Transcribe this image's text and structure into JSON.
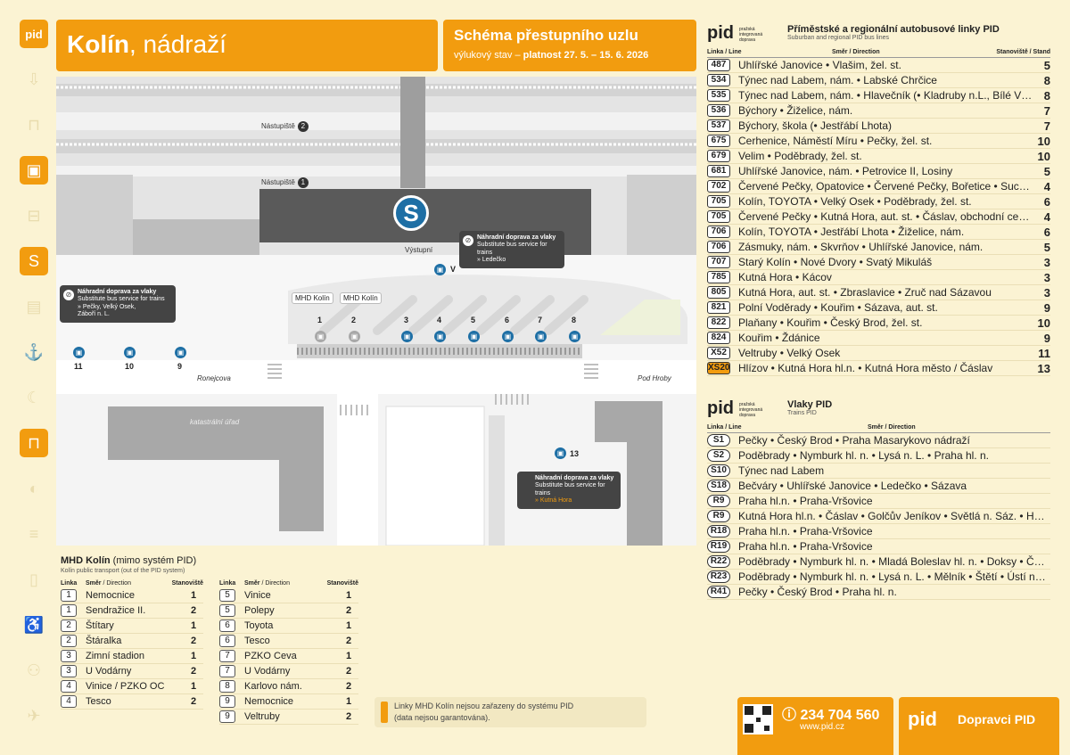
{
  "header": {
    "station_bold": "Kolín",
    "station_rest": ", nádraží",
    "scheme_title": "Schéma přestupního uzlu",
    "scheme_sub_prefix": "výlukový stav – ",
    "scheme_sub_bold": "platnost 27. 5. – 15. 6. 2026"
  },
  "sidebar": {
    "logo": "pid"
  },
  "map": {
    "platform2": "Nástupiště",
    "platform2_num": "2",
    "platform1": "Nástupiště",
    "platform1_num": "1",
    "vystupni": "Výstupní",
    "v_label": "V",
    "street_ronejcova": "Ronejcova",
    "street_pod_hroby": "Pod Hroby",
    "katastr": "katastrální úřad",
    "mhd1": "MHD Kolín",
    "mhd2": "MHD Kolín",
    "stands": [
      "1",
      "2",
      "3",
      "4",
      "5",
      "6",
      "7",
      "8"
    ],
    "left_stands": [
      "11",
      "10",
      "9"
    ],
    "stand13": "13",
    "callout_top": {
      "title": "Náhradní doprava za vlaky",
      "sub": "Substitute bus service for trains",
      "dest": "» Ledečko"
    },
    "callout_left": {
      "title": "Náhradní doprava za vlaky",
      "sub": "Substitute bus service for trains",
      "dest1": "» Pečky, Velký Osek,",
      "dest2": "Záboří n. L."
    },
    "callout_bottom": {
      "title": "Náhradní doprava za vlaky",
      "sub": "Substitute bus service for trains",
      "dest": "» Kutná Hora"
    }
  },
  "mhd": {
    "title_bold": "MHD Kolín",
    "title_rest": " (mimo systém PID)",
    "subtitle": "Kolín public transport (out of the PID system)",
    "col_line": "Linka",
    "col_dir": "Směr",
    "col_dir_en": " / Direction",
    "col_stand": "Stanoviště",
    "left": [
      {
        "line": "1",
        "dir": "Nemocnice",
        "stand": "1"
      },
      {
        "line": "1",
        "dir": "Sendražice II.",
        "stand": "2"
      },
      {
        "line": "2",
        "dir": "Štítary",
        "stand": "1"
      },
      {
        "line": "2",
        "dir": "Štáralka",
        "stand": "2"
      },
      {
        "line": "3",
        "dir": "Zimní stadion",
        "stand": "1"
      },
      {
        "line": "3",
        "dir": "U Vodárny",
        "stand": "2"
      },
      {
        "line": "4",
        "dir": "Vinice / PZKO OC",
        "stand": "1"
      },
      {
        "line": "4",
        "dir": "Tesco",
        "stand": "2"
      }
    ],
    "right": [
      {
        "line": "5",
        "dir": "Vinice",
        "stand": "1"
      },
      {
        "line": "5",
        "dir": "Polepy",
        "stand": "2"
      },
      {
        "line": "6",
        "dir": "Toyota",
        "stand": "1"
      },
      {
        "line": "6",
        "dir": "Tesco",
        "stand": "2"
      },
      {
        "line": "7",
        "dir": "PZKO Ceva",
        "stand": "1"
      },
      {
        "line": "7",
        "dir": "U Vodárny",
        "stand": "2"
      },
      {
        "line": "8",
        "dir": "Karlovo nám.",
        "stand": "2"
      },
      {
        "line": "9",
        "dir": "Nemocnice",
        "stand": "1"
      },
      {
        "line": "9",
        "dir": "Veltruby",
        "stand": "2"
      }
    ],
    "note1": "Linky MHD Kolín nejsou zařazeny do systému PID",
    "note2": "(data nejsou garantována)."
  },
  "bus": {
    "logo": "pid",
    "logo_small": "pražská integrovaná doprava",
    "title": "Příměstské a regionální autobusové linky PID",
    "subtitle": "Suburban and regional PID bus lines",
    "col_line": "Linka / Line",
    "col_dir": "Směr / Direction",
    "col_stand": "Stanoviště / Stand",
    "rows": [
      {
        "line": "487",
        "dir": "Uhlířské Janovice • Vlašim, žel. st.",
        "stand": "5"
      },
      {
        "line": "534",
        "dir": "Týnec nad Labem, nám. • Labské Chrčice",
        "stand": "8"
      },
      {
        "line": "535",
        "dir": "Týnec nad Labem, nám. • Hlaveční​k (• Kladruby n.L., Bílé Vchynice)",
        "stand": "8"
      },
      {
        "line": "536",
        "dir": "Býchory • Žiželice, nám.",
        "stand": "7"
      },
      {
        "line": "537",
        "dir": "Býchory, škola (• Jestřábí Lhota)",
        "stand": "7"
      },
      {
        "line": "675",
        "dir": "Cerhenice, Náměstí Míru • Pečky, žel. st.",
        "stand": "10"
      },
      {
        "line": "679",
        "dir": "Velim • Poděbrady, žel. st.",
        "stand": "10"
      },
      {
        "line": "681",
        "dir": "Uhlířské Janovice, nám. • Petrovice II, Losiny",
        "stand": "5"
      },
      {
        "line": "702",
        "dir": "Červené Pečky, Opatovice • Červené Pečky, Bořetice • Suchdol",
        "stand": "4"
      },
      {
        "line": "705",
        "dir": "Kolín, TOYOTA • Velký Osek • Poděbrady, žel. st.",
        "stand": "6"
      },
      {
        "line": "705",
        "dir": "Červené Pečky • Kutná Hora, aut. st. • Čáslav, obchodní centrum",
        "stand": "4"
      },
      {
        "line": "706",
        "dir": "Kolín, TOYOTA • Jestřábí Lhota • Žiželice, nám.",
        "stand": "6"
      },
      {
        "line": "706",
        "dir": "Zásmuky, nám. • Skvrňov • Uhlířské Janovice, nám.",
        "stand": "5"
      },
      {
        "line": "707",
        "dir": "Starý Kolín • Nové Dvory • Svatý Mikuláš",
        "stand": "3"
      },
      {
        "line": "785",
        "dir": "Kutná Hora • Kácov",
        "stand": "3"
      },
      {
        "line": "805",
        "dir": "Kutná Hora, aut. st. • Zbraslavice • Zruč nad Sázavou",
        "stand": "3"
      },
      {
        "line": "821",
        "dir": "Polní Voděrady • Kouřim • Sázava, aut. st.",
        "stand": "9"
      },
      {
        "line": "822",
        "dir": "Plaňany • Kouřim • Český Brod, žel. st.",
        "stand": "10"
      },
      {
        "line": "824",
        "dir": "Kouřim • Ždánice",
        "stand": "9"
      },
      {
        "line": "X52",
        "dir": "Veltruby • Velký Osek",
        "stand": "11"
      },
      {
        "line": "XS20",
        "dir": "Hlízov • Kutná Hora hl.n. • Kutná Hora město / Čáslav",
        "stand": "13",
        "highlight": true
      }
    ]
  },
  "trains": {
    "logo": "pid",
    "logo_small": "pražská integrovaná doprava",
    "title": "Vlaky PID",
    "subtitle": "Trains PID",
    "col_line": "Linka / Line",
    "col_dir": "Směr / Direction",
    "rows": [
      {
        "line": "S1",
        "dir": "Pečky • Český Brod • Praha Masarykovo nádraží"
      },
      {
        "line": "S2",
        "dir": "Poděbrady • Nymburk hl. n. • Lysá n. L. • Praha hl. n."
      },
      {
        "line": "S10",
        "dir": "Týnec nad Labem"
      },
      {
        "line": "S18",
        "dir": "Bečváry • Uhlířské Janovice • Ledečko • Sázava"
      },
      {
        "line": "R9",
        "dir": "Praha hl.n. • Praha-Vršovice"
      },
      {
        "line": "R9",
        "dir": "Kutná Hora hl.n. • Čáslav • Golčův Jeníkov • Světlá n. Sáz. • Havl. Brod • Brno"
      },
      {
        "line": "R18",
        "dir": "Praha hl.n. • Praha-Vršovice"
      },
      {
        "line": "R19",
        "dir": "Praha hl.n. • Praha-Vršovice"
      },
      {
        "line": "R22",
        "dir": "Poděbrady • Nymburk hl. n. • Mladá Boleslav hl. n. • Doksy • Česká Lípa (• Rumburk)"
      },
      {
        "line": "R23",
        "dir": "Poděbrady • Nymburk hl. n. • Lysá n. L. • Mělník • Štětí • Ústí nad Labem"
      },
      {
        "line": "R41",
        "dir": "Pečky • Český Brod • Praha hl. n."
      }
    ]
  },
  "footer": {
    "phone": "234 704 560",
    "web": "www.pid.cz",
    "carrier_logo": "pid",
    "carrier_label": "Dopravci PID"
  }
}
